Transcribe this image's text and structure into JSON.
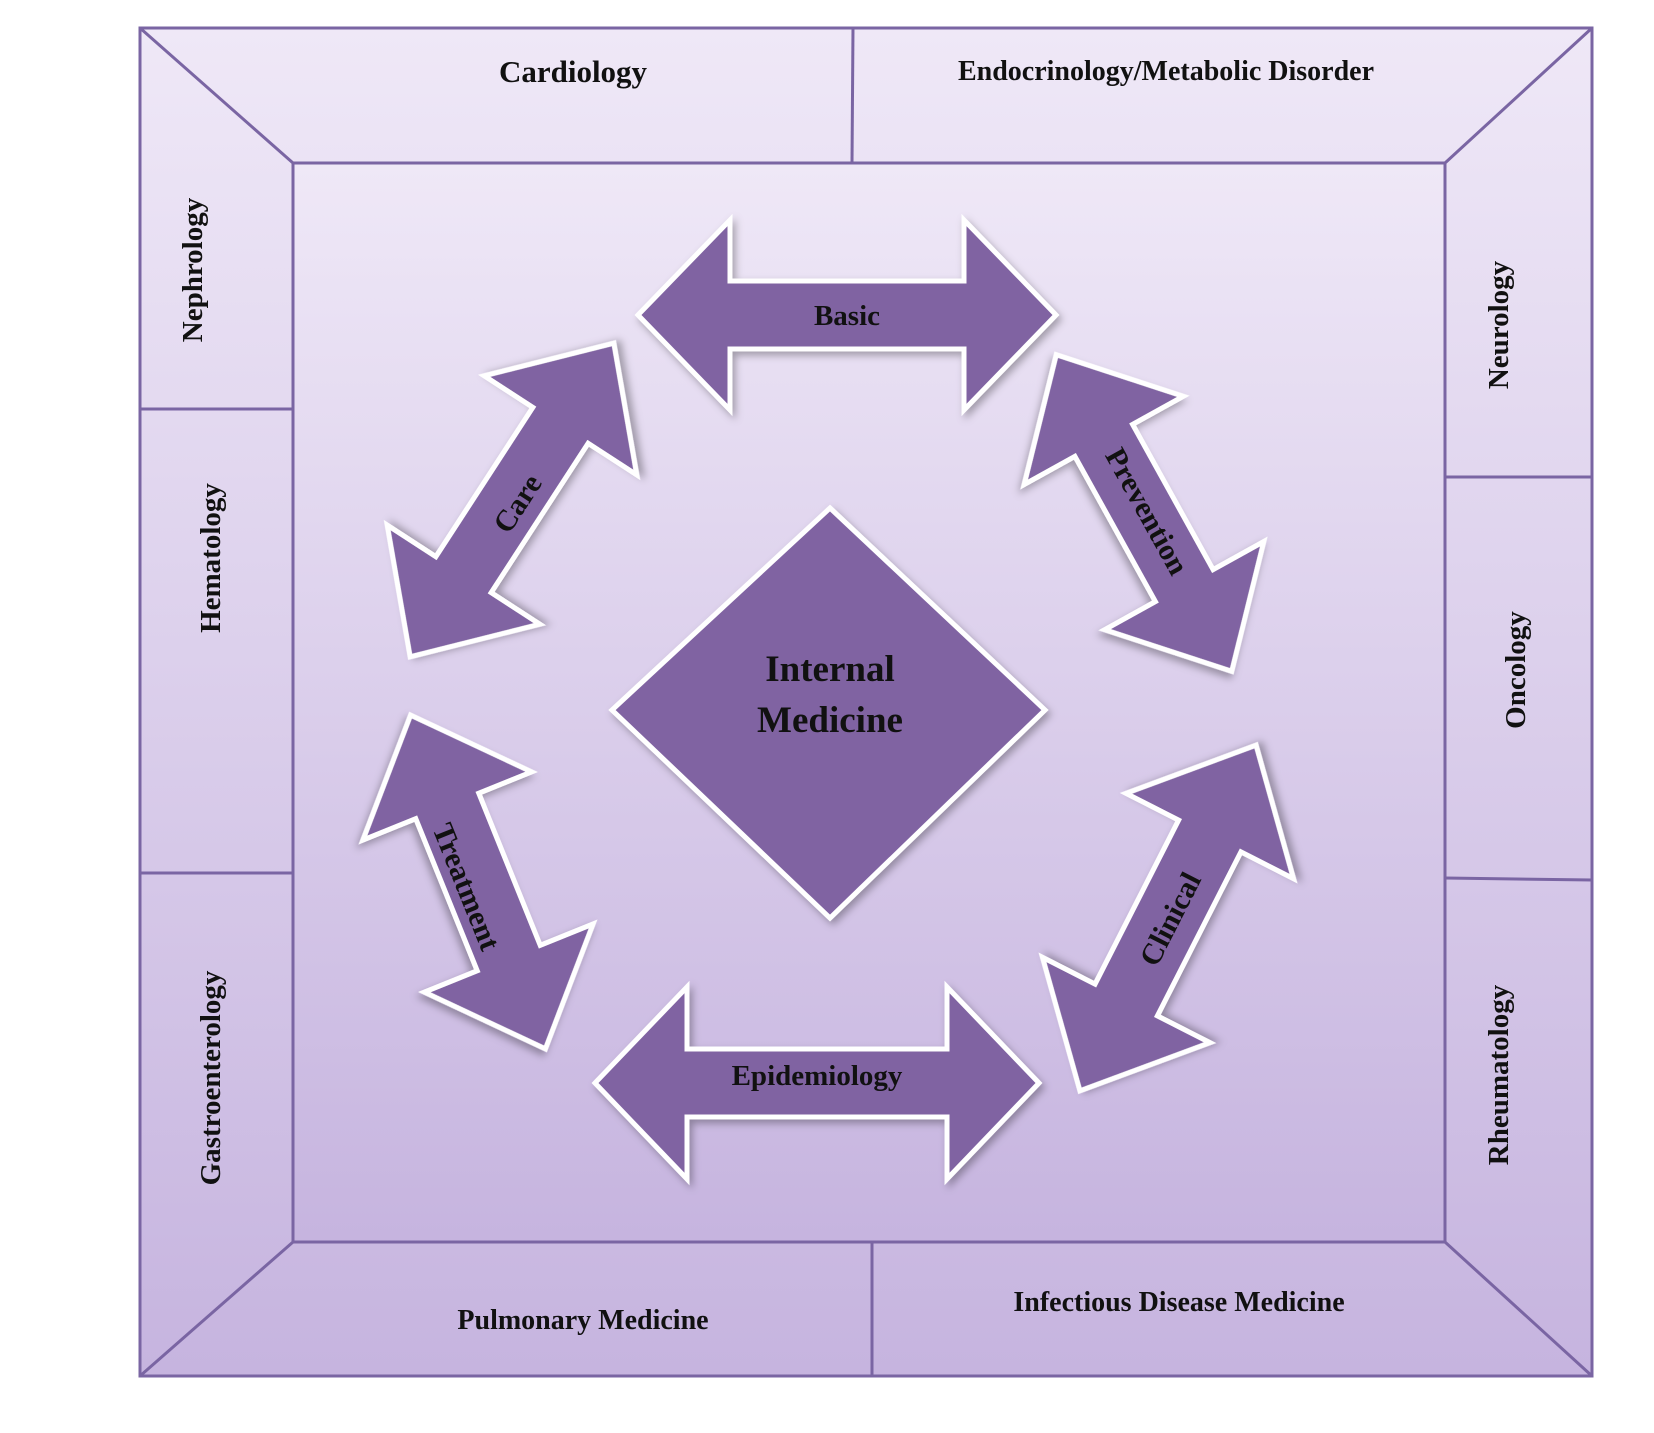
{
  "center": {
    "line1": "Internal",
    "line2": "Medicine"
  },
  "arrows": {
    "basic": "Basic",
    "prevention": "Prevention",
    "clinical": "Clinical",
    "epidemiology": "Epidemiology",
    "treatment": "Treatment",
    "care": "Care"
  },
  "specialties": {
    "top_left": "Cardiology",
    "top_right": "Endocrinology/Metabolic Disorder",
    "left_1": "Nephrology",
    "left_2": "Hematology",
    "left_3": "Gastroenterology",
    "right_1": "Neurology",
    "right_2": "Oncology",
    "right_3": "Rheumatology",
    "bottom_left": "Pulmonary Medicine",
    "bottom_right": "Infectious Disease Medicine"
  },
  "colors": {
    "shape_fill": "#8064a2",
    "outline": "#7a65a3",
    "bg_top": "#efe8f7",
    "bg_bottom": "#c6b4df",
    "shape_stroke": "#ffffff"
  }
}
